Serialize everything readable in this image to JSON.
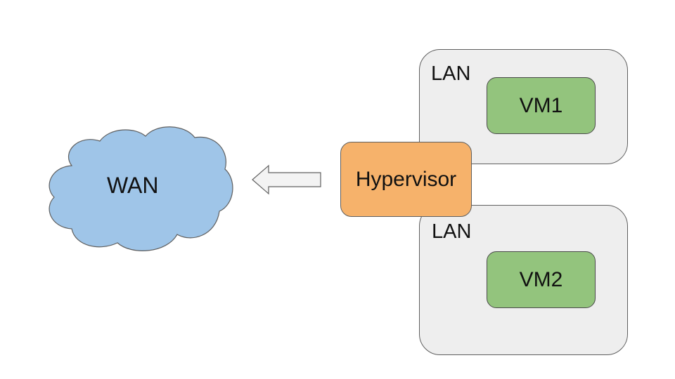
{
  "wan": {
    "label": "WAN",
    "color": "#9fc5e8"
  },
  "hypervisor": {
    "label": "Hypervisor",
    "color": "#f6b26b"
  },
  "lans": [
    {
      "label": "LAN",
      "vm": {
        "label": "VM1"
      }
    },
    {
      "label": "LAN",
      "vm": {
        "label": "VM2"
      }
    }
  ],
  "colors": {
    "lan_fill": "#eeeeee",
    "vm_fill": "#93c47d",
    "arrow_fill": "#f3f3f3",
    "stroke": "#5f5f5f"
  }
}
